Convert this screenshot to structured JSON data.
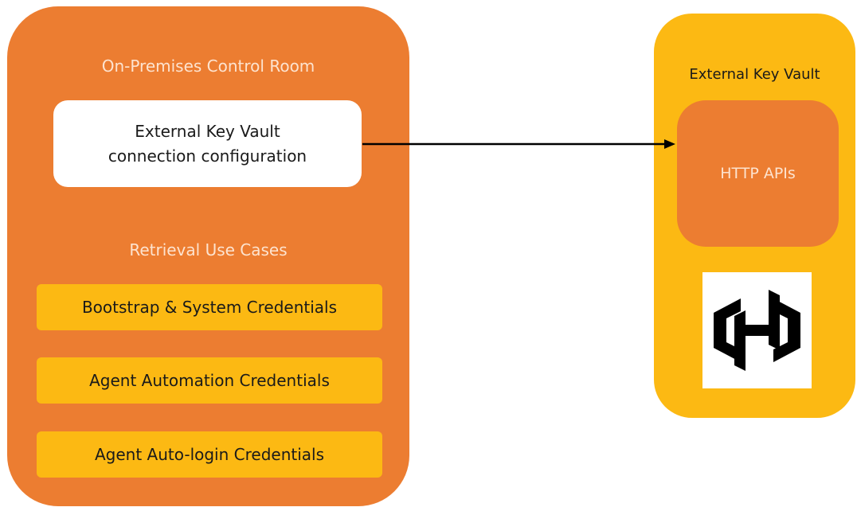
{
  "onprem": {
    "title": "On-Premises Control Room",
    "config_line1": "External Key Vault",
    "config_line2": "connection configuration",
    "usecases_title": "Retrieval Use Cases",
    "usecases": [
      {
        "label": "Bootstrap & System Credentials"
      },
      {
        "label": "Agent Automation Credentials"
      },
      {
        "label": "Agent Auto-login Credentials"
      }
    ]
  },
  "vault": {
    "title": "External Key Vault",
    "http_label": "HTTP APIs",
    "logo_icon": "hashicorp-vault-logo-icon"
  },
  "colors": {
    "orange": "#ec7d31",
    "yellow": "#fcb913",
    "light_text": "#fde3cf"
  }
}
